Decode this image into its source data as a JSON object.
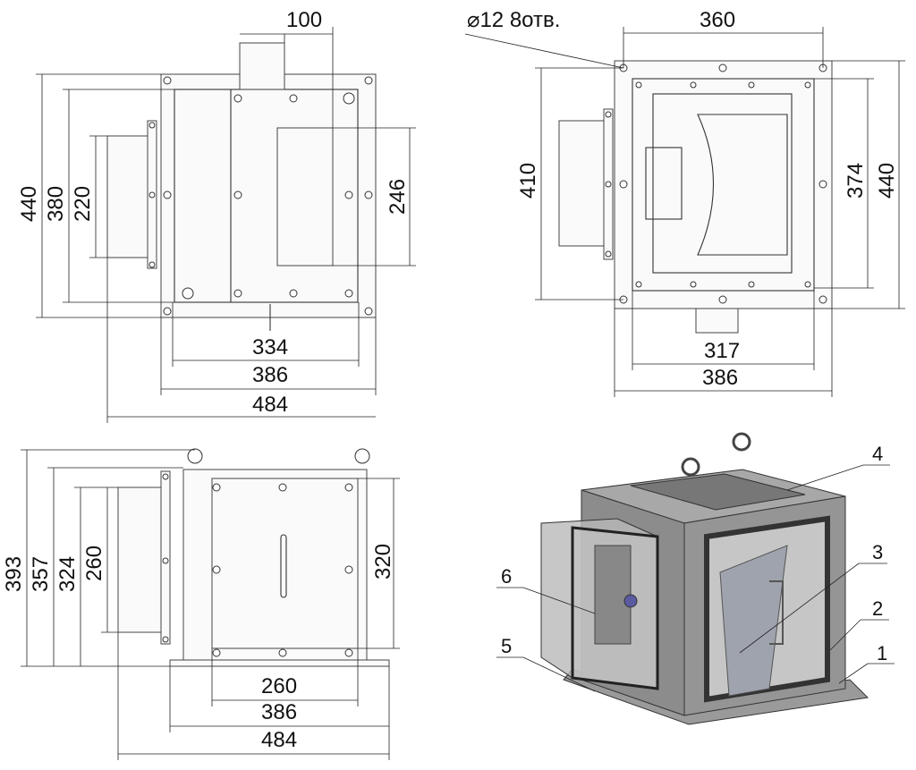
{
  "views": {
    "front": {
      "dims": {
        "pipe_width": "100",
        "height_total": "440",
        "height_inner": "380",
        "inlet_height": "220",
        "window_height": "246",
        "width_inner": "334",
        "width_plate": "386",
        "width_total": "484"
      }
    },
    "top": {
      "hole_note": "⌀12 8отв.",
      "dims": {
        "hole_spacing": "360",
        "height_holes": "410",
        "height_inner": "374",
        "height_total": "440",
        "width_inner": "317",
        "width_plate": "386"
      }
    },
    "side": {
      "dims": {
        "h393": "393",
        "h357": "357",
        "h324": "324",
        "h260": "260",
        "panel_height": "320",
        "panel_width": "260",
        "width_plate": "386",
        "width_total": "484"
      }
    },
    "iso": {
      "callouts": [
        "1",
        "2",
        "3",
        "4",
        "5",
        "6"
      ]
    }
  },
  "colors": {
    "line": "#222222",
    "body": "#8c8c8c",
    "glass": "#b9b9b9"
  }
}
